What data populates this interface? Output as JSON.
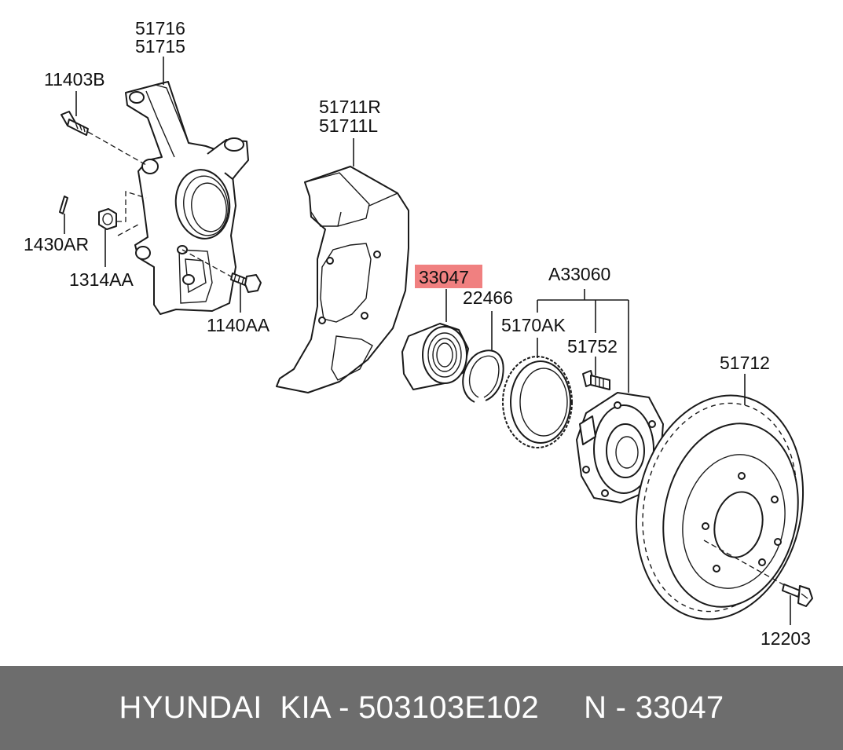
{
  "labels": {
    "p51716": "51716",
    "p51715": "51715",
    "p11403b": "11403B",
    "p1430ar": "1430AR",
    "p1314aa": "1314AA",
    "p1140aa": "1140AA",
    "p51711r": "51711R",
    "p51711l": "51711L",
    "p33047": "33047",
    "p22466": "22466",
    "pa33060": "A33060",
    "p5170ak": "5170AK",
    "p51752": "51752",
    "p51712": "51712",
    "p12203": "12203"
  },
  "highlight_color": "#f08080",
  "footer": {
    "text": "HYUNDAI  KIA - 503103E102     N - 33047"
  }
}
